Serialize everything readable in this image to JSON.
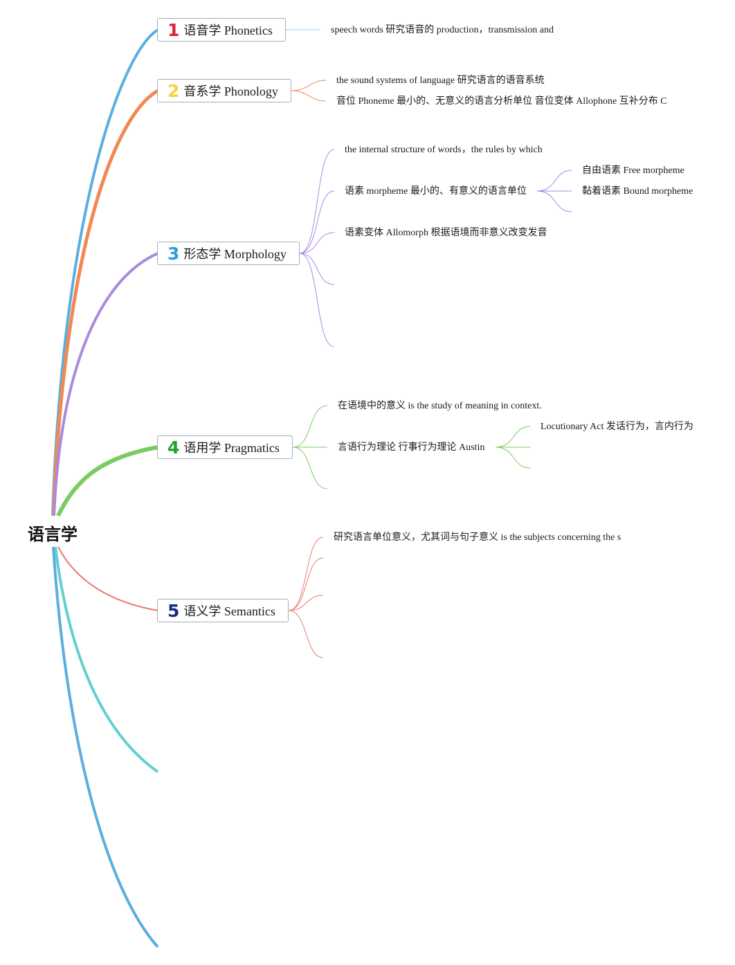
{
  "root": {
    "label": "语言学"
  },
  "colors": {
    "phonetics": "#5aaee0",
    "phonology": "#f08a52",
    "morphology": "#a98ade",
    "pragmatics": "#7acb62",
    "semantics": "#e97a72",
    "cyan": "#62d0d0",
    "num1": "#e0213a",
    "num2": "#f5d23c",
    "num3": "#2a9fdb",
    "num4": "#23a034",
    "num5": "#1a2a86"
  },
  "topics": [
    {
      "num": "1",
      "label": "语音学 Phonetics"
    },
    {
      "num": "2",
      "label": "音系学 Phonology"
    },
    {
      "num": "3",
      "label": "形态学 Morphology"
    },
    {
      "num": "4",
      "label": "语用学 Pragmatics"
    },
    {
      "num": "5",
      "label": "语义学 Semantics"
    }
  ],
  "phonetics": {
    "leaf1": "speech words 研究语音的 production，transmission and"
  },
  "phonology": {
    "leaf1": "the sound systems of language 研究语言的语音系统",
    "leaf2": "音位 Phoneme 最小的、无意义的语言分析单位 音位变体 Allophone 互补分布 C"
  },
  "morphology": {
    "leaf1": "the internal structure of words，the rules by which",
    "leaf2": "语素 morpheme 最小的、有意义的语言单位",
    "leaf2_children": [
      "自由语素 Free morpheme",
      "黏着语素 Bound morpheme"
    ],
    "leaf3": "语素变体 Allomorph 根据语境而非意义改变发音"
  },
  "pragmatics": {
    "leaf1": "在语境中的意义 is the study of meaning in context.",
    "leaf2": "言语行为理论 行事行为理论 Austin",
    "leaf2_children": [
      "Locutionary Act 发话行为，言内行为"
    ]
  },
  "semantics": {
    "leaf1": "研究语言单位意义，尤其词与句子意义 is the subjects concerning the s"
  }
}
